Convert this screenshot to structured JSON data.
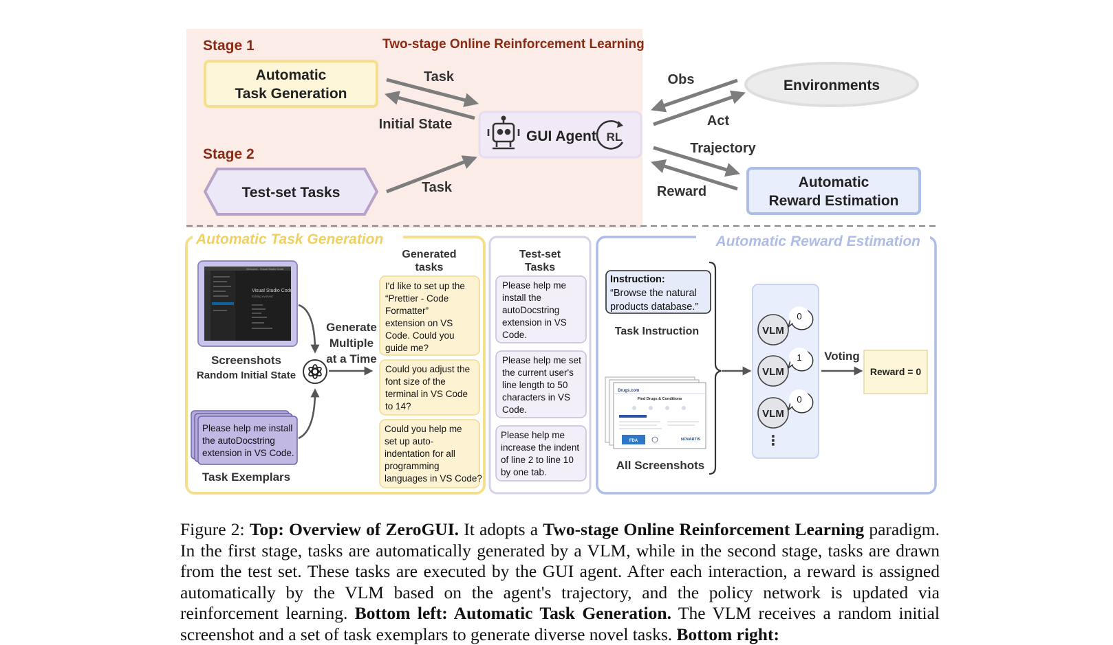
{
  "top": {
    "stage1": "Stage 1",
    "stage2": "Stage 2",
    "title": "Two-stage Online Reinforcement Learning",
    "atg_line1": "Automatic",
    "atg_line2": "Task Generation",
    "testset": "Test-set Tasks",
    "agent": "GUI Agent",
    "rl": "RL",
    "env": "Environments",
    "are_line1": "Automatic",
    "are_line2": "Reward Estimation",
    "arrow_task1": "Task",
    "arrow_initial": "Initial State",
    "arrow_task2": "Task",
    "arrow_obs": "Obs",
    "arrow_act": "Act",
    "arrow_traj": "Trajectory",
    "arrow_reward": "Reward"
  },
  "atg": {
    "title": "Automatic Task Generation",
    "screenshots": "Screenshots",
    "random_initial": "Random Initial State",
    "exemplar_text": [
      "Please help me install",
      "the autoDocstring",
      "extension in VS Code."
    ],
    "exemplars_label": "Task Exemplars",
    "generate": [
      "Generate",
      "Multiple",
      "at a Time"
    ],
    "gen_header": [
      "Generated",
      "tasks"
    ],
    "gen_tasks": [
      [
        "I'd like to set up the",
        "“Prettier - Code",
        "Formatter”",
        "extension on VS",
        "Code. Could you",
        "guide me?"
      ],
      [
        "Could you adjust the",
        "font size of the",
        "terminal in VS Code",
        "to 14?"
      ],
      [
        "Could you help me",
        "set up auto-",
        "indentation for all",
        "programming",
        "languages in VS Code?"
      ]
    ],
    "vscode_title": "Visual Studio Code",
    "vscode_sub": "Editing evolved",
    "vscode_win": "Welcome - Visual Studio Code"
  },
  "testset": {
    "header": [
      "Test-set",
      "Tasks"
    ],
    "tasks": [
      [
        "Please help me",
        "install the",
        "autoDocstring",
        "extension in VS",
        "Code."
      ],
      [
        "Please help me set",
        "the current user's",
        "line length to 50",
        "characters in VS",
        "Code."
      ],
      [
        "Please help me",
        "increase the indent",
        "of line 2 to line 10",
        "by one tab."
      ]
    ]
  },
  "are": {
    "title": "Automatic Reward Estimation",
    "instruction_label": "Instruction",
    "instruction_text": [
      "“Browse the natural",
      "products database.”"
    ],
    "task_instruction": "Task Instruction",
    "all_screenshots": "All Screenshots",
    "vlm": "VLM",
    "votes": [
      "0",
      "1",
      "0"
    ],
    "dots": "⋮",
    "voting": "Voting",
    "reward": "Reward = 0",
    "web_title": "Find Drugs & Conditions",
    "web_logo": "Drugs.com",
    "web_fda": "FDA",
    "web_novartis": "NOVARTIS"
  },
  "caption": {
    "label": "Figure 2:",
    "b1": "Top: Overview of ZeroGUI.",
    "t1": "It adopts a",
    "b2": "Two-stage Online Reinforcement Learning",
    "t2": "paradigm. In the first stage, tasks are automatically generated by a VLM, while in the second stage, tasks are drawn from the test set. These tasks are executed by the GUI agent. After each interaction, a reward is assigned automatically by the VLM based on the agent's trajectory, and the policy network is updated via reinforcement learning.",
    "b3": "Bottom left: Automatic Task Generation.",
    "t3": "The VLM receives a random initial screenshot and a set of task exemplars to generate diverse novel tasks.",
    "b4": "Bottom right:"
  },
  "colors": {
    "stage_red": "#8b2a12",
    "panel_pink": "#fbece8",
    "atg_yellow": "#f5de8c",
    "atg_fill": "#fdf6d9",
    "testset_purple": "#b8a2c8",
    "testset_fill": "#ece8f7",
    "are_blue": "#aebde8",
    "are_fill": "#e8eefb",
    "arrow_gray": "#7d7d7d"
  }
}
